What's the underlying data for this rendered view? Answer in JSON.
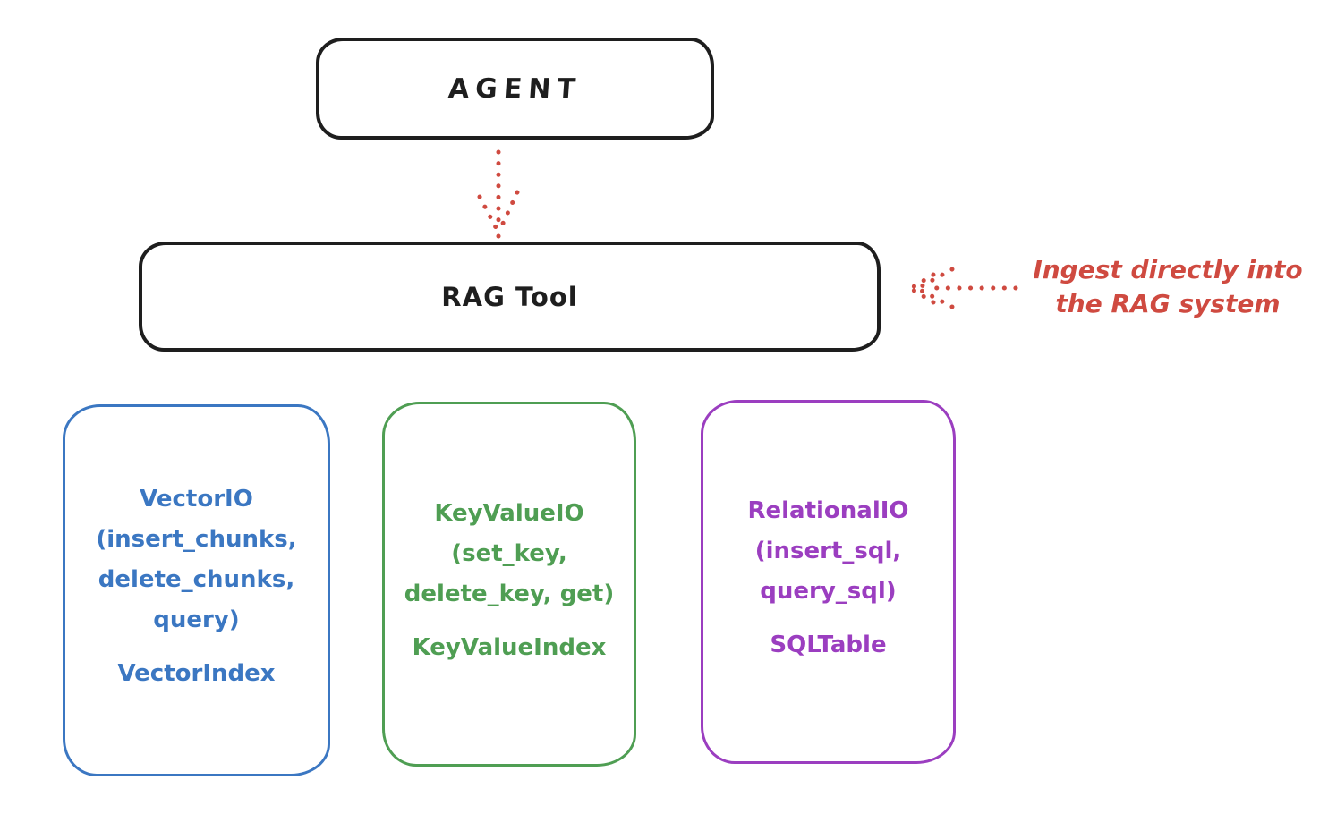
{
  "canvas": {
    "background": "#ffffff",
    "stroke_black": "#1e1e1e"
  },
  "agent_box": {
    "label": "AGENT",
    "stroke": "#1e1e1e"
  },
  "rag_box": {
    "label": "RAG Tool",
    "stroke": "#1e1e1e"
  },
  "flow_arrow": {
    "style": "dotted",
    "color": "#cf4a40"
  },
  "annotation": {
    "line1": "Ingest directly into",
    "line2": "the RAG system",
    "color": "#cf4a40",
    "arrow_style": "dotted"
  },
  "backends": [
    {
      "id": "vector-io",
      "color": "#3b77c2",
      "io_text": "VectorIO\n(insert_chunks,\ndelete_chunks,\nquery)",
      "index_label": "VectorIndex"
    },
    {
      "id": "keyvalue-io",
      "color": "#4f9e53",
      "io_text": "KeyValueIO\n(set_key,\ndelete_key, get)",
      "index_label": "KeyValueIndex"
    },
    {
      "id": "relational-io",
      "color": "#9b3ec0",
      "io_text": "RelationalIO\n(insert_sql,\nquery_sql)",
      "index_label": "SQLTable"
    }
  ]
}
